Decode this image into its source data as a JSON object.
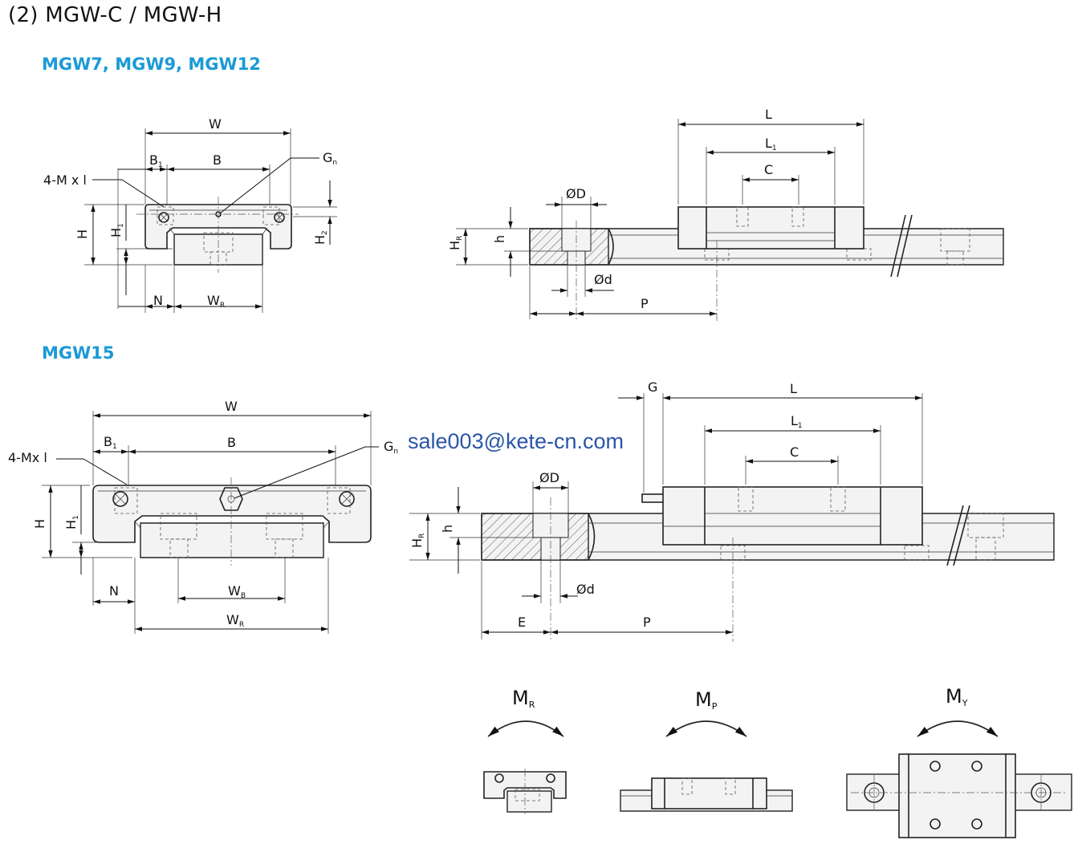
{
  "heading": "(2) MGW-C / MGW-H",
  "sections": [
    {
      "title": "MGW7, MGW9, MGW12"
    },
    {
      "title": "MGW15"
    }
  ],
  "watermark": "sale003@kete-cn.com",
  "labels": {
    "W": "W",
    "B1": "B",
    "B1_sub": "1",
    "B": "B",
    "Gn": "G",
    "Gn_sub": "n",
    "mxl": "4-M x l",
    "mxl2": "4-Mx l",
    "H": "H",
    "H1": "H",
    "H1_sub": "1",
    "H2": "H",
    "H2_sub": "2",
    "N": "N",
    "WR": "W",
    "WR_sub": "R",
    "WB": "W",
    "WB_sub": "B",
    "L": "L",
    "L1": "L",
    "L1_sub": "1",
    "C": "C",
    "D": "ØD",
    "d": "Ød",
    "HR": "H",
    "HR_sub": "R",
    "h": "h",
    "P": "P",
    "G": "G",
    "E": "E"
  },
  "moments": [
    {
      "label": "M",
      "sub": "R"
    },
    {
      "label": "M",
      "sub": "P"
    },
    {
      "label": "M",
      "sub": "Y"
    }
  ],
  "colors": {
    "accent": "#1b9ad6",
    "watermark": "#2a55a8",
    "line": "#111111"
  }
}
